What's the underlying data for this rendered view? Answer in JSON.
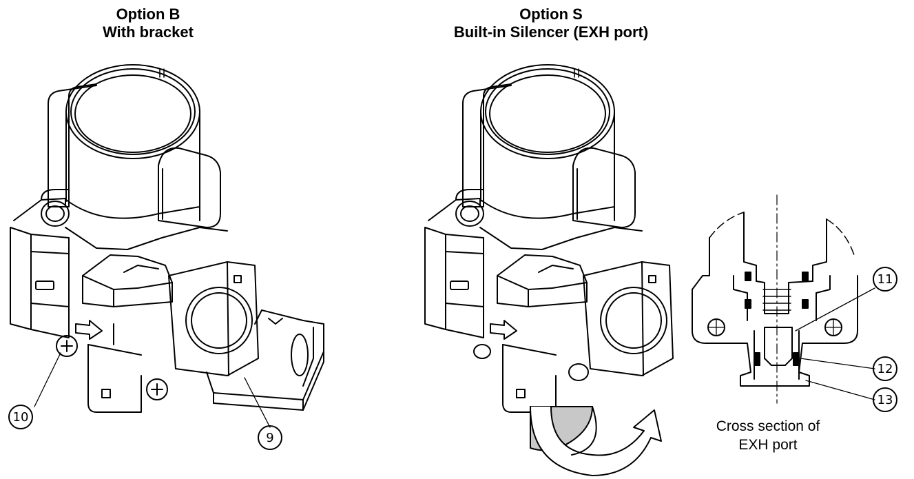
{
  "titles": {
    "option_b": {
      "line1": "Option B",
      "line2": "With bracket"
    },
    "option_s": {
      "line1": "Option S",
      "line2": "Built-in Silencer (EXH port)"
    }
  },
  "callouts": {
    "c9": "9",
    "c10": "10",
    "c11": "11",
    "c12": "12",
    "c13": "13"
  },
  "caption": {
    "line1": "Cross section of",
    "line2": "EXH port"
  },
  "colors": {
    "line": "#000000",
    "arrow_fill": "#c8c8c8"
  }
}
